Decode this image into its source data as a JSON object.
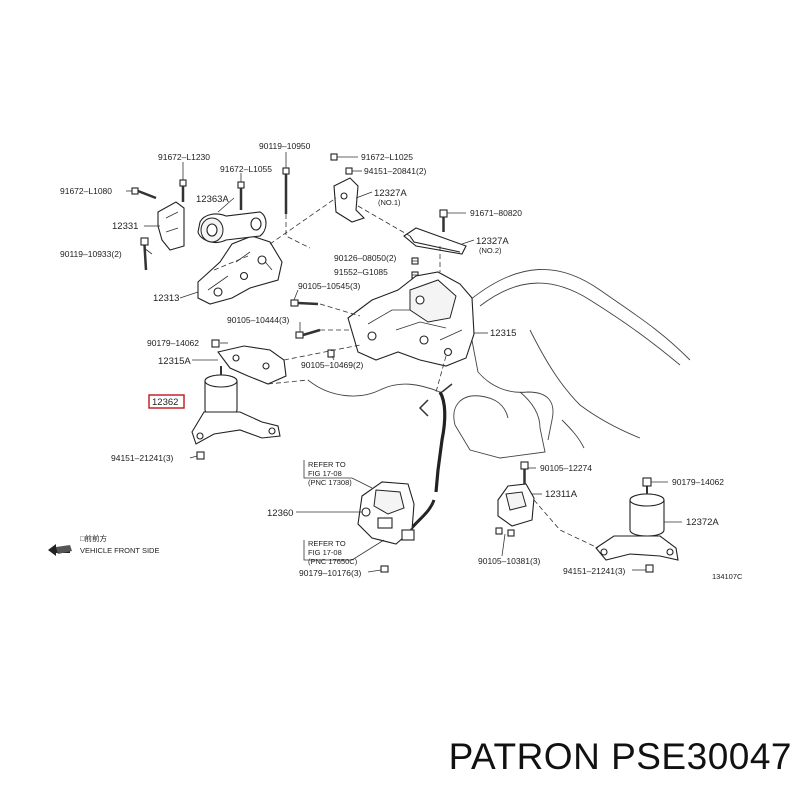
{
  "labels": {
    "p90119_10950": "90119–10950",
    "p91672_l1230": "91672–L1230",
    "p91672_l1025": "91672–L1025",
    "p91672_l1055": "91672–L1055",
    "p94151_20841": "94151–20841(2)",
    "p91672_l1080": "91672–L1080",
    "p12363a": "12363A",
    "p12327a_top": "12327A",
    "p12327a_top_sub": "(NO.1)",
    "p91671_80820": "91671–80820",
    "p12331": "12331",
    "p12327a_mid": "12327A",
    "p12327a_mid_sub": "(NO.2)",
    "p90119_10933": "90119–10933(2)",
    "p90126_08050": "90126–08050(2)",
    "p91552_g1085": "91552–G1085",
    "p12313": "12313",
    "p90105_10545": "90105–10545(3)",
    "p90105_10444": "90105–10444(3)",
    "p12315": "12315",
    "p90179_14062_l": "90179–14062",
    "p12315a": "12315A",
    "p90105_10469": "90105–10469(2)",
    "p12362": "12362",
    "p94151_21241_l": "94151–21241(3)",
    "refer1_l1": "REFER TO",
    "refer1_l2": "FIG 17-08",
    "refer1_l3": "(PNC 17308)",
    "p90105_12274": "90105–12274",
    "p90179_14062_r": "90179–14062",
    "p12311a": "12311A",
    "p12372a": "12372A",
    "p12360": "12360",
    "front_jp": "□前前方",
    "front_en": "VEHICLE FRONT SIDE",
    "refer2_l1": "REFER TO",
    "refer2_l2": "FIG 17-08",
    "refer2_l3": "(PNC 17650C)",
    "p90105_10381": "90105–10381(3)",
    "p94151_21241_r": "94151–21241(3)",
    "p90179_10176": "90179–10176(3)",
    "fig_code": "134107C"
  },
  "brand": "PATRON PSE30047",
  "colors": {
    "highlight": "#c0151b",
    "line": "#333333",
    "text": "#222222"
  },
  "icons": [
    "front-arrow-icon"
  ]
}
